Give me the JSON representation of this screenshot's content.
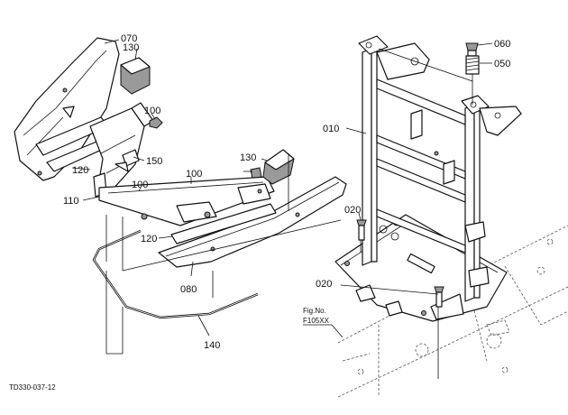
{
  "labels": {
    "p070": "070",
    "p130a": "130",
    "p100a": "100",
    "p120a": "120",
    "p150": "150",
    "p110": "110",
    "p100b": "100",
    "p100c": "100",
    "p130b": "130",
    "p120b": "120",
    "p080": "080",
    "p140": "140",
    "p010": "010",
    "p060": "060",
    "p050": "050",
    "p020a": "020",
    "p020b": "020"
  },
  "reference": {
    "fig_label": "Fig.No.",
    "fig_number": "F105XX"
  },
  "drawing_code": "TD330-037-12"
}
